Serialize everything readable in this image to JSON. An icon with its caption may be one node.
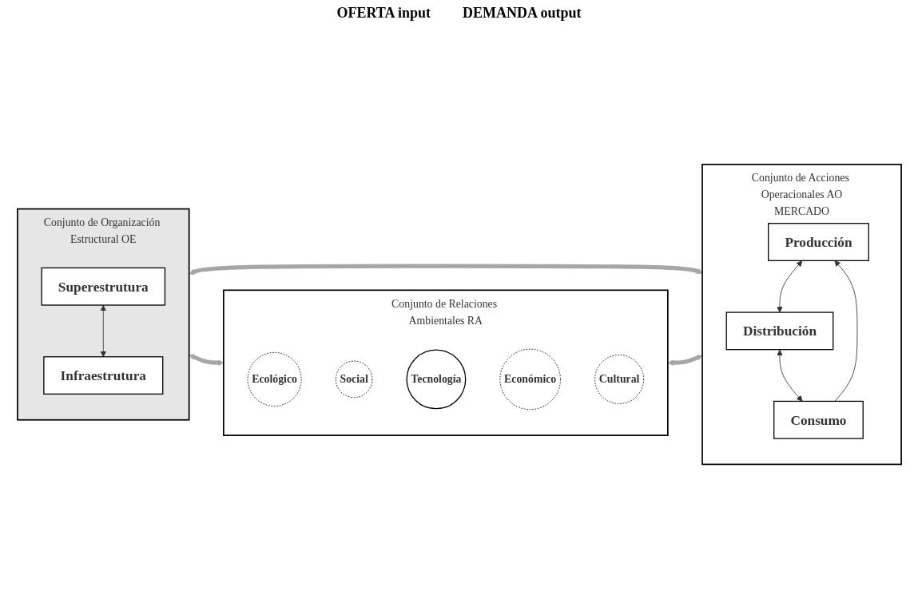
{
  "diagram": {
    "nodes": [
      {
        "text": [
          "Conjunto de Organización Estructural OE"
        ]
      },
      {
        "text": [
          "Superestrutura"
        ],
        "in": 0
      },
      {
        "text": [
          "Infraestrutura"
        ],
        "in": 0
      },
      {
        "text": [
          "Conjunto de Relaciones Ambientales RA"
        ]
      },
      {
        "text": [
          "Ecológico"
        ],
        "in": 3
      },
      {
        "text": [
          "Social"
        ],
        "in": 3
      },
      {
        "text": [
          "Tecnología"
        ],
        "in": 3
      },
      {
        "text": [
          "Económico"
        ],
        "in": 3
      },
      {
        "text": [
          "Cultural"
        ],
        "in": 3
      },
      {
        "text": [
          "Conjunto de Acciones Operacionales AO",
          "MERCADO"
        ]
      },
      {
        "text": [
          "Producción"
        ],
        "in": 9
      },
      {
        "text": [
          "Consumo"
        ],
        "in": 9
      },
      {
        "text": [
          "Distribución"
        ],
        "in": 9
      }
    ],
    "edges": [
      {
        "from": 1,
        "to": 2,
        "arrow": "both"
      },
      {
        "from": 0,
        "to": 3,
        "arrow": "both",
        "style": "thick",
        "color": "#a6a6a6"
      },
      {
        "from": 0,
        "to": 9,
        "arrow": "both",
        "style": "thick",
        "color": "#a6a6a6"
      },
      {
        "from": 3,
        "to": 9,
        "arrow": "both",
        "style": "thick",
        "color": "#a6a6a6"
      },
      {
        "from": 11,
        "to": 10,
        "arrow": "to"
      },
      {
        "from": 10,
        "to": 12,
        "arrow": "both"
      },
      {
        "from": 12,
        "to": 11,
        "arrow": "both"
      }
    ],
    "labels": [
      "OFERTA input",
      "DEMANDA output"
    ]
  }
}
